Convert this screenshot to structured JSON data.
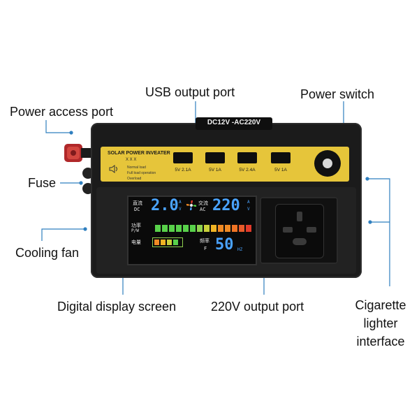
{
  "labels": {
    "usb_output_port": "USB output port",
    "power_switch": "Power switch",
    "power_access_port": "Power access port",
    "fuse": "Fuse",
    "cooling_fan": "Cooling fan",
    "digital_display_screen": "Digital display screen",
    "output_220v": "220V output port",
    "cigarette_lighter": "Cigarette lighter interface"
  },
  "device": {
    "model_strip": "DC12V -AC220V",
    "brand": "SOLAR POWER INVEATER",
    "status_marks": "X X X",
    "legend": [
      "Normal load",
      "Full load operation",
      "Overload"
    ],
    "usb_ports": [
      "5V 2.1A",
      "5V 1A",
      "5V 2.4A",
      "5V 1A"
    ]
  },
  "display": {
    "dc_label_cn": "直流",
    "dc_label": "DC",
    "dc_value": "2.0",
    "dc_unit_a": "A",
    "dc_unit_v": "V",
    "ac_label_cn": "交流",
    "ac_label": "AC",
    "ac_value": "220",
    "ac_unit_a": "A",
    "ac_unit_v": "V",
    "power_label_cn": "功率",
    "power_label": "P/W",
    "battery_label_cn": "电量",
    "freq_label_cn": "频率",
    "freq_label": "F",
    "freq_value": "50",
    "freq_unit": "HZ"
  },
  "colors": {
    "gold_panel": "#e6c53a",
    "terminal_red": "#b0282a",
    "lcd_blue": "#4aa3ff",
    "lcd_green": "#58d14a",
    "lcd_orange": "#f08a24",
    "lcd_red": "#e23a2a"
  }
}
